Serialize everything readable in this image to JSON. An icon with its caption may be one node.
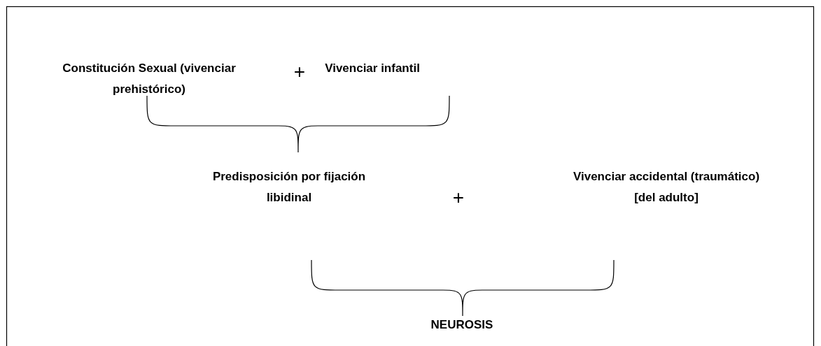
{
  "diagram": {
    "labels": [
      "Constitución Sexual (vivenciar prehistórico)",
      "+",
      "Vivenciar infantil",
      "Predisposición por fijación libidinal",
      "+",
      "Vivenciar accidental (traumático) [del adulto]",
      "NEUROSIS"
    ]
  }
}
